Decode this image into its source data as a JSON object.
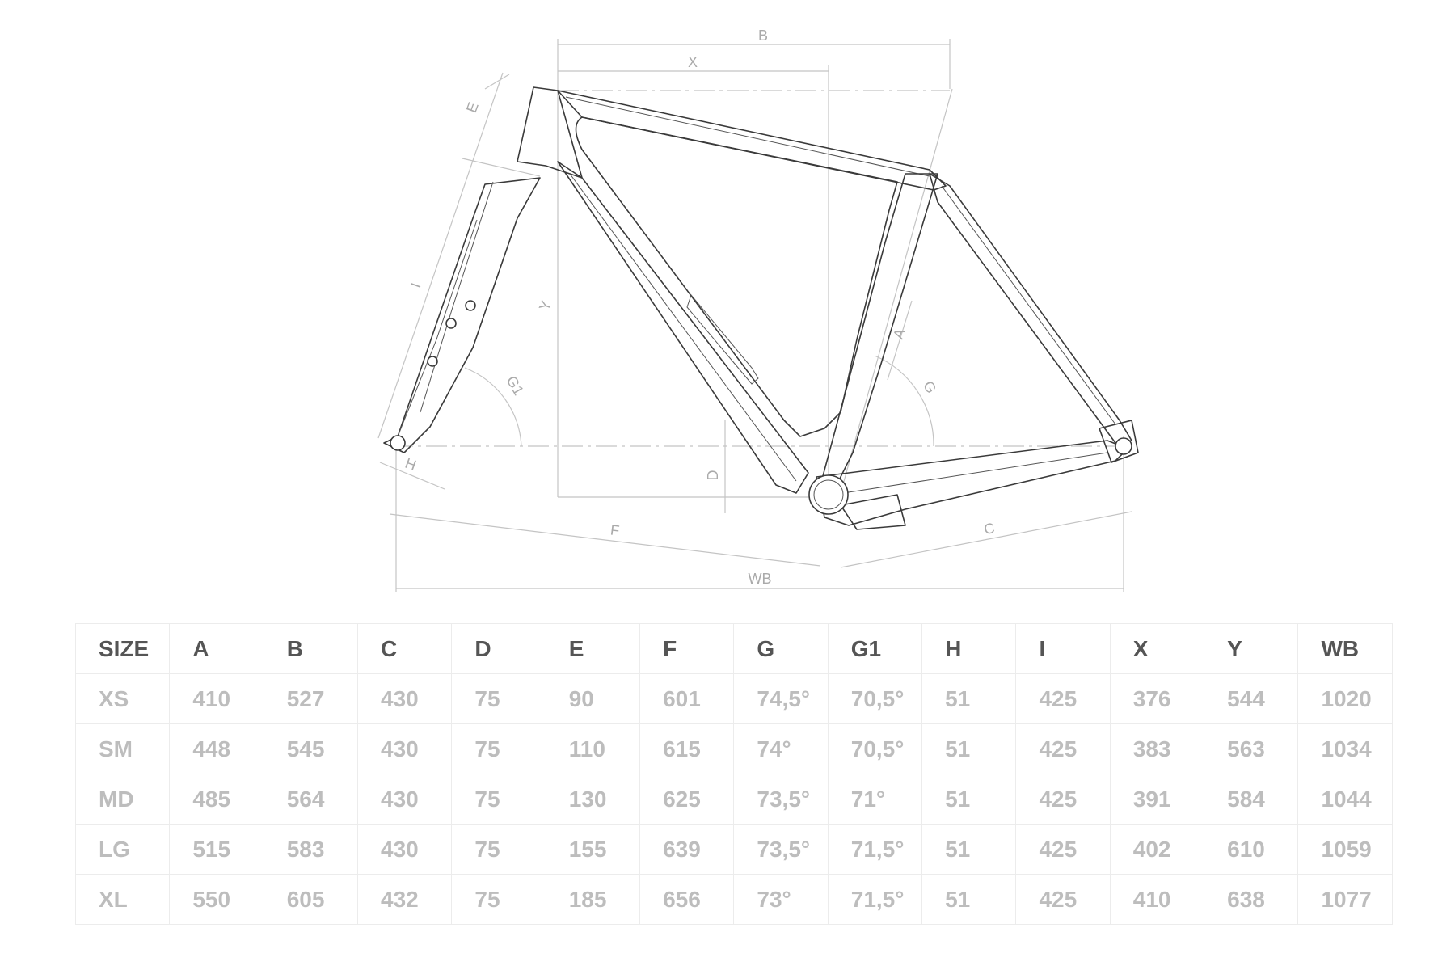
{
  "diagram": {
    "labels": {
      "A": "A",
      "B": "B",
      "C": "C",
      "D": "D",
      "E": "E",
      "F": "F",
      "G": "G",
      "G1": "G1",
      "H": "H",
      "I": "I",
      "X": "X",
      "Y": "Y",
      "WB": "WB"
    }
  },
  "table": {
    "headers": [
      "SIZE",
      "A",
      "B",
      "C",
      "D",
      "E",
      "F",
      "G",
      "G1",
      "H",
      "I",
      "X",
      "Y",
      "WB"
    ],
    "rows": [
      [
        "XS",
        "410",
        "527",
        "430",
        "75",
        "90",
        "601",
        "74,5°",
        "70,5°",
        "51",
        "425",
        "376",
        "544",
        "1020"
      ],
      [
        "SM",
        "448",
        "545",
        "430",
        "75",
        "110",
        "615",
        "74°",
        "70,5°",
        "51",
        "425",
        "383",
        "563",
        "1034"
      ],
      [
        "MD",
        "485",
        "564",
        "430",
        "75",
        "130",
        "625",
        "73,5°",
        "71°",
        "51",
        "425",
        "391",
        "584",
        "1044"
      ],
      [
        "LG",
        "515",
        "583",
        "430",
        "75",
        "155",
        "639",
        "73,5°",
        "71,5°",
        "51",
        "425",
        "402",
        "610",
        "1059"
      ],
      [
        "XL",
        "550",
        "605",
        "432",
        "75",
        "185",
        "656",
        "73°",
        "71,5°",
        "51",
        "425",
        "410",
        "638",
        "1077"
      ]
    ]
  }
}
